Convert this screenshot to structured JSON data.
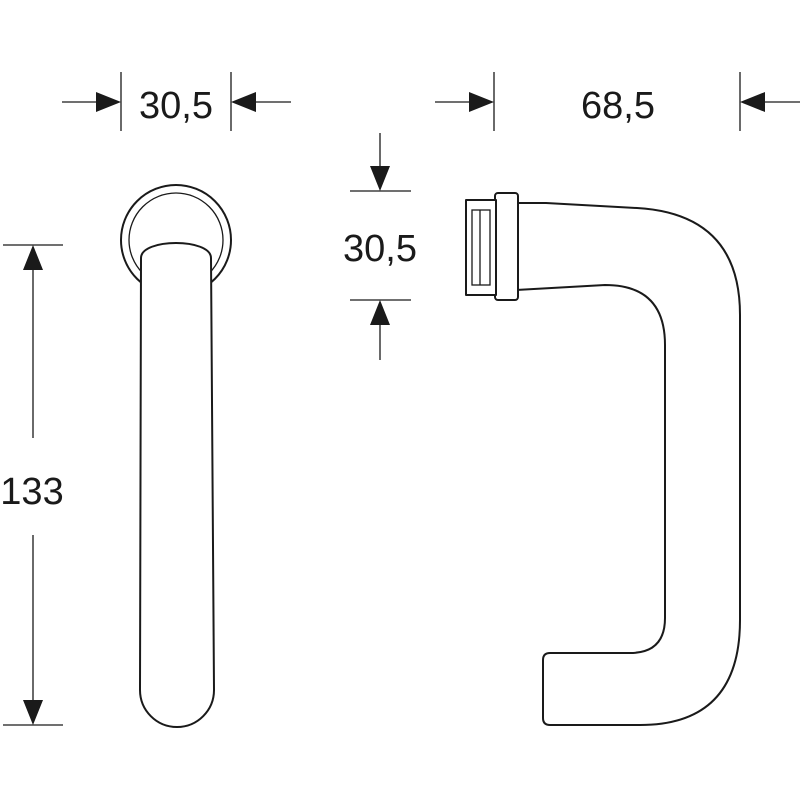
{
  "dimensions": {
    "top_left_width": "30,5",
    "top_right_width": "68,5",
    "side_rose_height": "30,5",
    "handle_length": "133"
  },
  "colors": {
    "line": "#1a1a1a",
    "background": "#ffffff"
  }
}
